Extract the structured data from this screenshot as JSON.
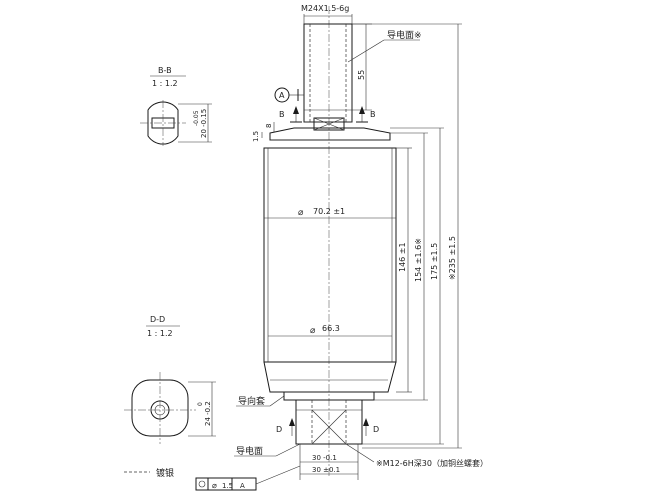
{
  "labels": {
    "thread_top": "M24X1.5-6g",
    "conduct_top": "导电面※",
    "dim_55": "55",
    "balloon_a": "A",
    "b_left": "B",
    "b_right": "B",
    "dim_8": "8",
    "dim_1_5_side": "1.5",
    "dia_70": "70.2 ±1",
    "dia_66": "66.3",
    "dim_146": "146 ±1",
    "dim_154": "154 ±1.6※",
    "dim_175": "175 ±1.5",
    "dim_235": "※235 ±1.5",
    "guide_sleeve": "导向套",
    "conduct_bottom": "导电面",
    "d_left": "D",
    "d_right": "D",
    "dim_30_1": "30 -0.1",
    "dim_30_2": "30 ±0.1",
    "thread_bottom": "※M12-6H深30（加铜丝螺套）",
    "section_bb": "B-B",
    "scale_bb": "1 : 1.2",
    "dim_bb_20": "20 -0.15",
    "dim_bb_tol": "-0.05",
    "section_dd": "D-D",
    "scale_dd": "1 : 1.2",
    "dim_dd_24": "24 -0.2",
    "dim_dd_tol": "0",
    "legend_text": "镀银",
    "fcf_tol": "1.5",
    "fcf_datum": "A"
  }
}
